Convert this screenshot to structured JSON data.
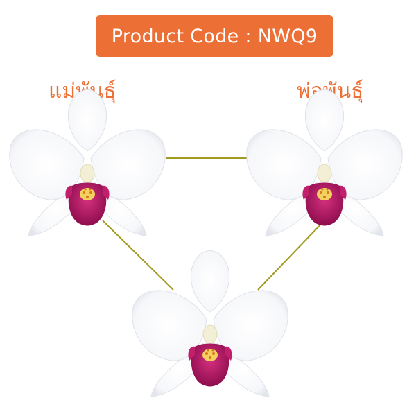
{
  "header": {
    "product_code": "Product Code : NWQ9"
  },
  "labels": {
    "mother": "แม่พันธุ์",
    "father": "พ่อพันธุ์"
  },
  "colors": {
    "accent": "#ec6f35",
    "connector": "#a09a1e",
    "petal": "#ffffff",
    "petal_shadow": "#e4e7ec",
    "lip": "#a8125c",
    "column": "#f4f0c8",
    "spots": "#e89a2a"
  },
  "flowers": [
    {
      "role": "mother",
      "icon": "white-orchid-icon"
    },
    {
      "role": "father",
      "icon": "white-orchid-icon"
    },
    {
      "role": "offspring",
      "icon": "white-orchid-icon"
    }
  ]
}
